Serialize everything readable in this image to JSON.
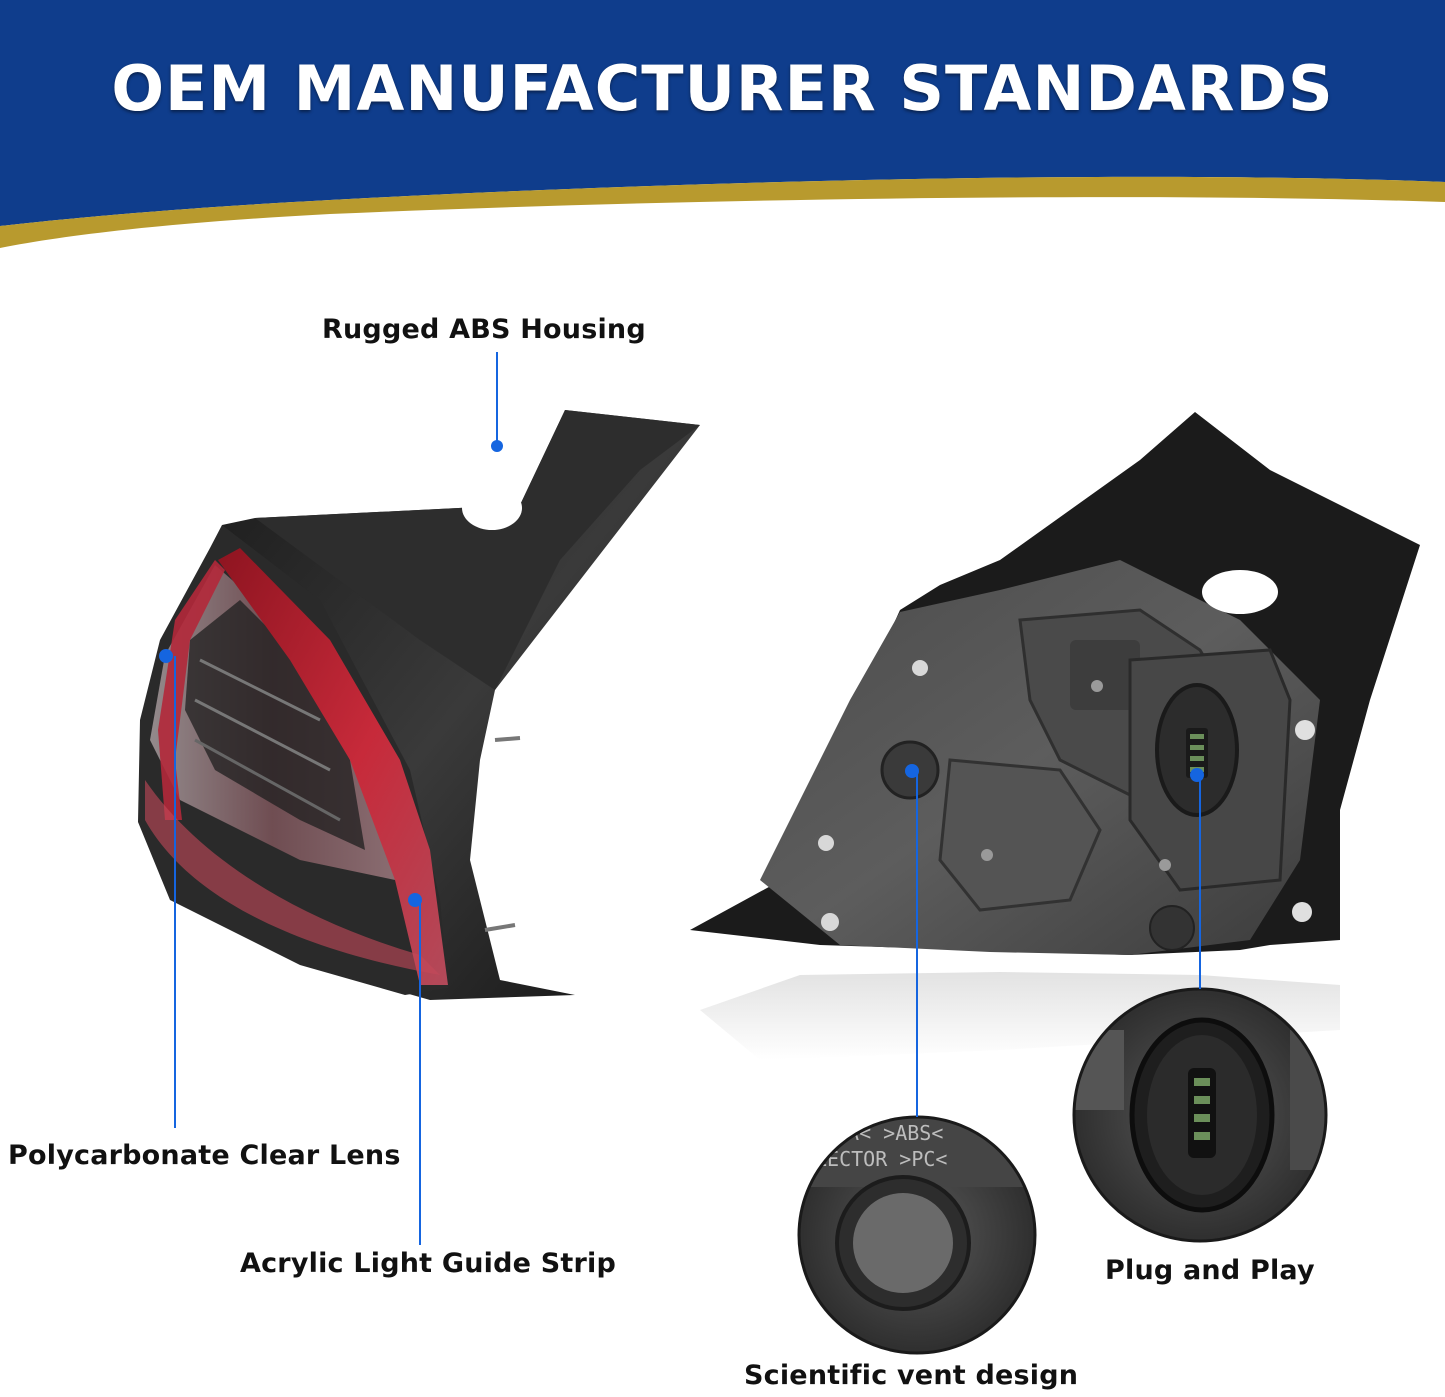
{
  "banner": {
    "title": "OEM MANUFACTURER STANDARDS",
    "colors": {
      "navy": "#0f3d8c",
      "gold": "#b89a2e"
    }
  },
  "callouts": {
    "housing": "Rugged ABS Housing",
    "clear_lens": "Polycarbonate Clear Lens",
    "light_guide": "Acrylic Light Guide Strip",
    "plug": "Plug and Play",
    "vent": "Scientific vent design"
  },
  "embossed_text": {
    "vent_zoom_line1": "MA< >ABS<",
    "vent_zoom_line2": "LECTOR >PC<"
  },
  "accent_color": "#1565e0"
}
